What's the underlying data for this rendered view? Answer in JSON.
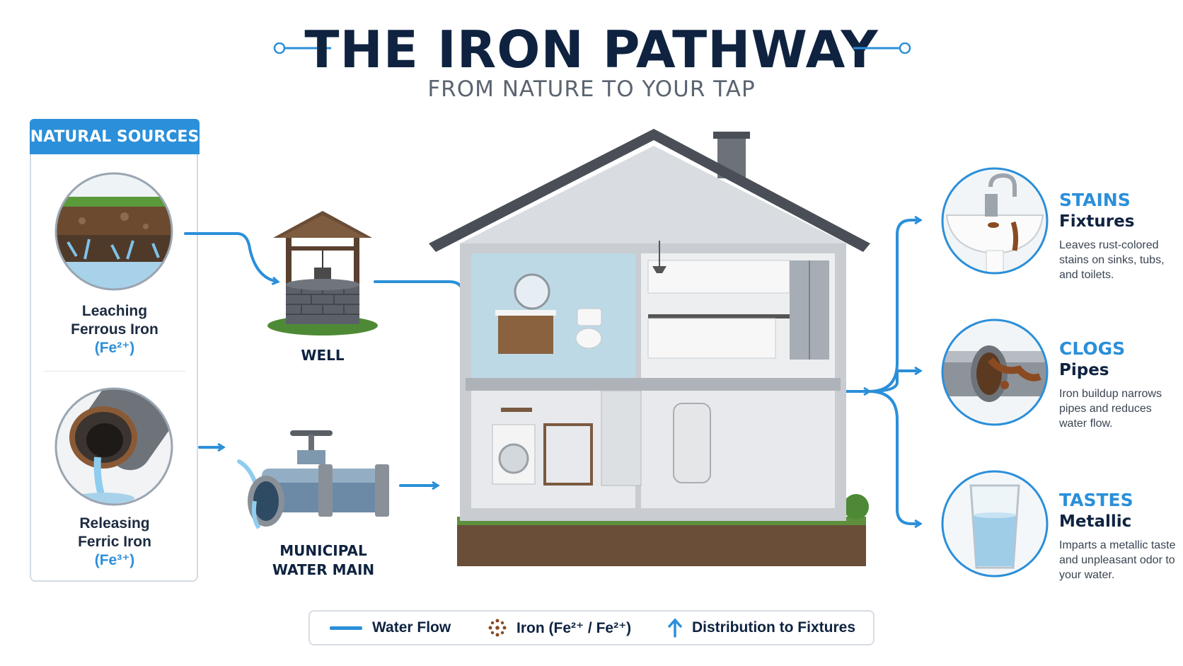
{
  "header": {
    "title": "THE IRON PATHWAY",
    "subtitle": "FROM NATURE TO YOUR TAP"
  },
  "natural_sources": {
    "heading": "NATURAL SOURCES",
    "items": [
      {
        "line1": "Leaching",
        "line2": "Ferrous Iron",
        "formula": "(Fe²⁺)"
      },
      {
        "line1": "Releasing",
        "line2": "Ferric Iron",
        "formula": "(Fe³⁺)"
      }
    ]
  },
  "nodes": {
    "well": "WELL",
    "main_line1": "MUNICIPAL",
    "main_line2": "WATER MAIN"
  },
  "effects": [
    {
      "title": "STAINS",
      "subtitle": "Fixtures",
      "description": "Leaves rust-colored stains on sinks, tubs, and toilets."
    },
    {
      "title": "CLOGS",
      "subtitle": "Pipes",
      "description": "Iron buildup narrows pipes and reduces water flow."
    },
    {
      "title": "TASTES",
      "subtitle": "Metallic",
      "description": "Imparts a metallic taste and unpleasant odor to your water."
    }
  ],
  "legend": {
    "water_flow": "Water Flow",
    "iron": "Iron (Fe²⁺ / Fe²⁺)",
    "distribution": "Distribution to Fixtures"
  },
  "colors": {
    "accent": "#2b8fd9",
    "navy": "#0f2340",
    "rust": "#8a4a22"
  }
}
